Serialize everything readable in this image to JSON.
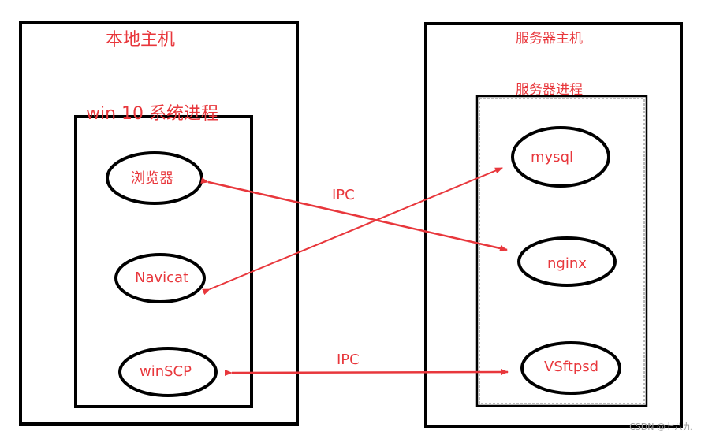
{
  "local_host": {
    "title": "本地主机",
    "process_group": "win 10 系统进程",
    "nodes": [
      "浏览器",
      "Navicat",
      "winSCP"
    ]
  },
  "server_host": {
    "title": "服务器主机",
    "process_group": "服务器进程",
    "nodes": [
      "mysql",
      "nginx",
      "VSftpsd"
    ]
  },
  "edges": [
    {
      "from": "浏览器",
      "to": "nginx",
      "label": "IPC"
    },
    {
      "from": "Navicat",
      "to": "mysql",
      "label": ""
    },
    {
      "from": "winSCP",
      "to": "VSftpsd",
      "label": "IPC"
    }
  ],
  "watermark": "CSDN @七八九",
  "colors": {
    "accent": "#e8373c",
    "stroke": "#000000"
  }
}
